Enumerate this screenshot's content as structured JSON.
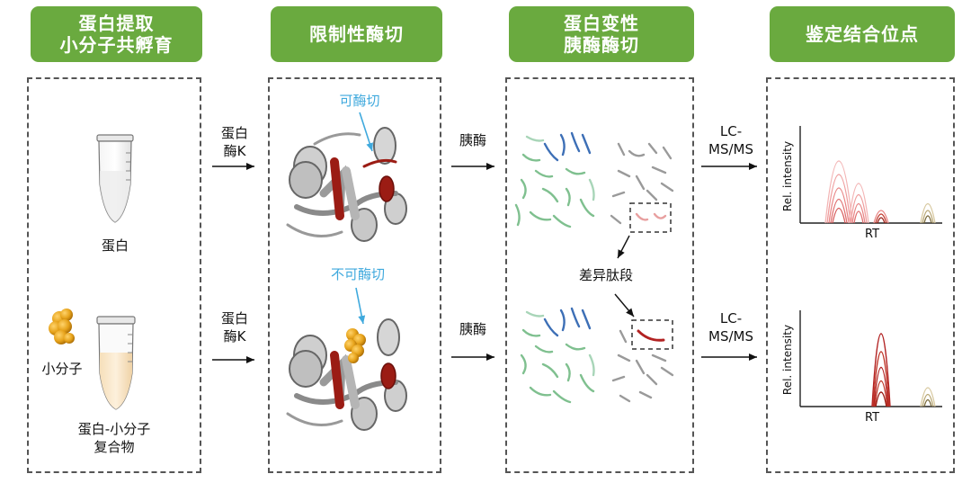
{
  "headers": {
    "step1": "蛋白提取\n小分子共孵育",
    "step2": "限制性酶切",
    "step3": "蛋白变性\n胰酶酶切",
    "step4": "鉴定结合位点"
  },
  "panel1": {
    "tube_top_label": "蛋白",
    "molecule_label": "小分子",
    "tube_bottom_label": "蛋白-小分子\n复合物"
  },
  "arrows": {
    "enzyme_k_top": "蛋白\n酶K",
    "enzyme_k_bottom": "蛋白\n酶K",
    "trypsin_top": "胰酶",
    "trypsin_bottom": "胰酶",
    "lcms_top": "LC-\nMS/MS",
    "lcms_bottom": "LC-\nMS/MS"
  },
  "panel2": {
    "cleavable_label": "可酶切",
    "non_cleavable_label": "不可酶切"
  },
  "panel3": {
    "diff_peptide_label": "差异肽段"
  },
  "panel4": {
    "y_axis_label": "Rel. intensity",
    "x_axis_label": "RT"
  },
  "colors": {
    "header_green": "#6aaa3f",
    "annotation_blue": "#3fa9dd",
    "peptide_red": "#b22222",
    "peptide_green": "#7fc08f",
    "peptide_blue": "#3d6fb6",
    "peptide_grey": "#9a9a9a",
    "small_molecule_gold": "#e6a21a"
  }
}
